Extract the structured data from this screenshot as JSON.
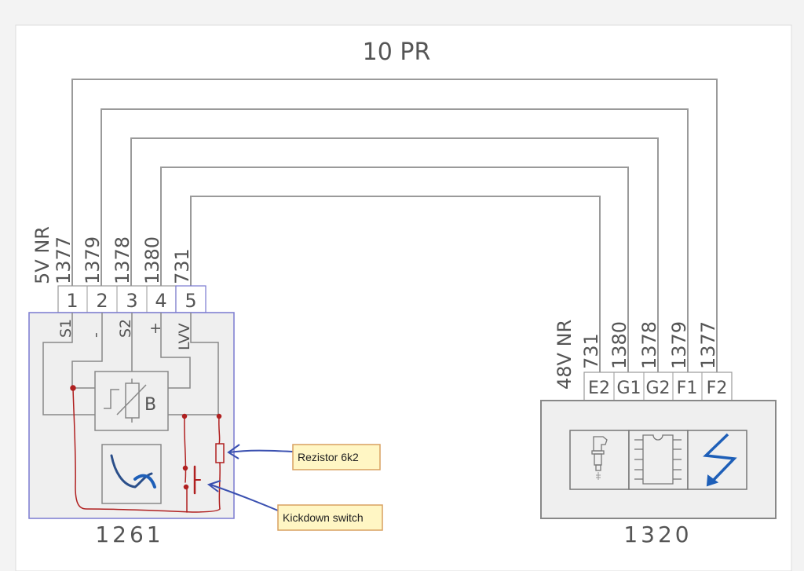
{
  "title": "10 PR",
  "wires": [
    {
      "number": "1377",
      "left_pin": "1",
      "right_pin": "F2"
    },
    {
      "number": "1379",
      "left_pin": "2",
      "right_pin": "F1"
    },
    {
      "number": "1378",
      "left_pin": "3",
      "right_pin": "G2"
    },
    {
      "number": "1380",
      "left_pin": "4",
      "right_pin": "G1"
    },
    {
      "number": "731",
      "left_pin": "5",
      "right_pin": "E2"
    }
  ],
  "left_component": {
    "id": "1261",
    "connector_label": "5V NR",
    "pins": [
      "1",
      "2",
      "3",
      "4",
      "5"
    ],
    "wire_labels": [
      "1377",
      "1379",
      "1378",
      "1380",
      "731"
    ],
    "internal_labels": [
      "S1",
      "-",
      "S2",
      "+",
      "LVV"
    ],
    "sensor_symbol_label": "B",
    "icons": [
      "potentiometer-sensor-icon",
      "pedal-travel-icon"
    ]
  },
  "right_component": {
    "id": "1320",
    "connector_label": "48V NR",
    "pins": [
      "E2",
      "G1",
      "G2",
      "F1",
      "F2"
    ],
    "wire_labels": [
      "731",
      "1380",
      "1378",
      "1379",
      "1377"
    ],
    "icons": [
      "injector-icon",
      "ecu-chip-icon",
      "lightning-icon"
    ]
  },
  "annotations": [
    {
      "label": "Rezistor 6k2"
    },
    {
      "label": "Kickdown switch"
    }
  ],
  "colors": {
    "wire": "#9a9a9a",
    "left_box_border": "#7a7ad0",
    "annotation_red": "#b02020",
    "arrow_blue": "#3a50b0",
    "callout_bg": "#fff6c4",
    "callout_border": "#d8a060",
    "icon_blue": "#1e5fb8"
  }
}
